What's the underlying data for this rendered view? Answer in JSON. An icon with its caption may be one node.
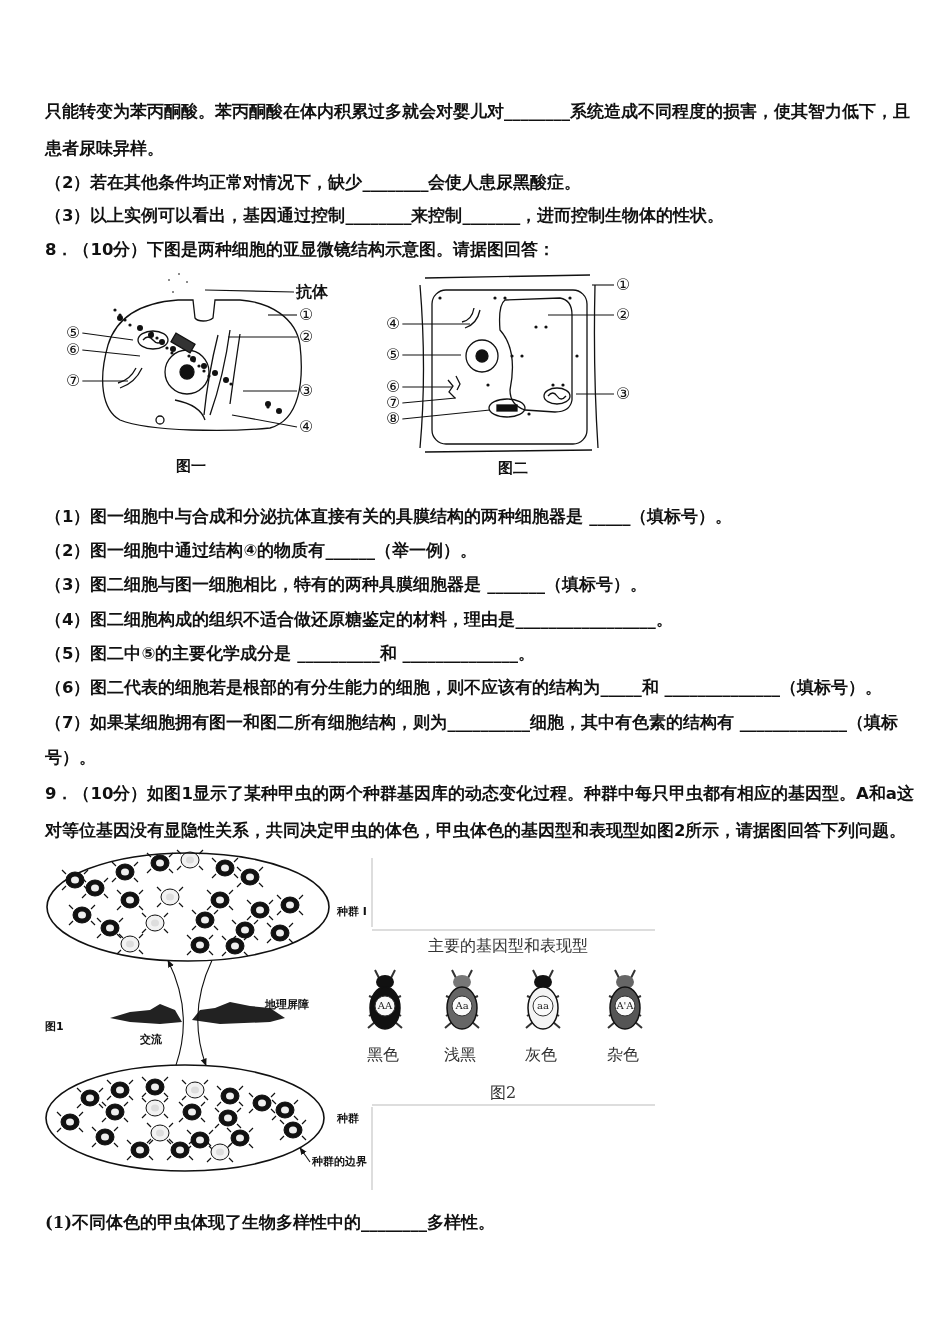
{
  "diagram": {
    "nodes": [
      {
        "text": [
          "抗体"
        ]
      },
      {
        "text": [
          "①"
        ]
      },
      {
        "text": [
          "②"
        ]
      },
      {
        "text": [
          "③"
        ]
      },
      {
        "text": [
          "④"
        ]
      },
      {
        "text": [
          "⑤"
        ]
      },
      {
        "text": [
          "⑥"
        ]
      },
      {
        "text": [
          "⑦"
        ]
      },
      {
        "text": [
          "①"
        ]
      },
      {
        "text": [
          "②"
        ]
      },
      {
        "text": [
          "③"
        ]
      },
      {
        "text": [
          "④"
        ]
      },
      {
        "text": [
          "⑤"
        ]
      },
      {
        "text": [
          "⑥"
        ]
      },
      {
        "text": [
          "⑦"
        ]
      },
      {
        "text": [
          "⑧"
        ]
      },
      {
        "text": [
          "种群 I"
        ]
      },
      {
        "text": [
          "种群"
        ]
      },
      {
        "text": [
          "种群的边界"
        ]
      }
    ],
    "edges": [
      {
        "from": 0,
        "to": null,
        "arrow": "none"
      },
      {
        "from": 1,
        "to": null,
        "arrow": "none"
      },
      {
        "from": 2,
        "to": null,
        "arrow": "none"
      },
      {
        "from": 3,
        "to": null,
        "arrow": "none"
      },
      {
        "from": 4,
        "to": null,
        "arrow": "none"
      },
      {
        "from": 5,
        "to": null,
        "arrow": "none"
      },
      {
        "from": 6,
        "to": null,
        "arrow": "none"
      },
      {
        "from": 7,
        "to": null,
        "arrow": "none"
      },
      {
        "from": 8,
        "to": null,
        "arrow": "none"
      },
      {
        "from": 9,
        "to": null,
        "arrow": "none"
      },
      {
        "from": 10,
        "to": null,
        "arrow": "none"
      },
      {
        "from": 11,
        "to": null,
        "arrow": "none"
      },
      {
        "from": 12,
        "to": null,
        "arrow": "none"
      },
      {
        "from": 13,
        "to": null,
        "arrow": "none"
      },
      {
        "from": 14,
        "to": null,
        "arrow": "none"
      },
      {
        "from": 15,
        "to": null,
        "arrow": "none"
      },
      {
        "from": 17,
        "to": 16,
        "arrow": "to"
      },
      {
        "from": 16,
        "to": 17,
        "arrow": "to"
      },
      {
        "from": 18,
        "to": 17,
        "arrow": "to"
      }
    ],
    "labels": [
      "只能转变为苯丙酮酸。苯丙酮酸在体内积累过多就会对婴儿对________系统造成不同程度的损害，使其智力低下，且患者尿味异样。",
      "（2）若在其他条件均正常对情况下，缺少________会使人患尿黑酸症。",
      "（3）以上实例可以看出，基因通过控制________来控制_______，进而控制生物体的性状。",
      "8．（10分）**下图是两种细胞的亚显微镜结构示意图。请据图回答：**",
      "图一",
      "图二",
      "（1）图一细胞中与合成和分泌抗体直接有关的具膜结构的两种细胞器是 _____（填标号）。",
      "（2）图一细胞中通过结构④的物质有______（举一例）。",
      "（3）图二细胞与图一细胞相比，特有的两种具膜细胞器是 _______（填标号）。",
      "（4）图二细胞构成的组织不适合做还原糖鉴定的材料，理由是_________________。",
      "（5）图二中⑤的主要化学成分是 __________和 ______________。",
      "（6）图二代表的细胞若是根部的有分生能力的细胞，则不应该有的结构为_____和 ______________（填标号）。",
      "（7）如果某细胞拥有图一和图二所有细胞结构，则为__________细胞，其中有色素的结构有 _____________（填标号）。",
      "9．（10分）**如图1显示了某种甲虫的两个种群基因库的动态变化过程。种群中每只甲虫都有相应的基因型。A和a这对等位基因没有显隐性关系，共同决定甲虫的体色，甲虫体色的基因型和表现型如图2所示，请据图回答下列问题。**",
      "地理屏障",
      "图1",
      "交流",
      "主要的基因型和表现型",
      "AA",
      "黑色",
      "Aa",
      "浅黑",
      "aa",
      "灰色",
      "A'A",
      "杂色",
      "图2",
      "(1)不同体色的甲虫体现了生物多样性中的________多样性。"
    ]
  }
}
